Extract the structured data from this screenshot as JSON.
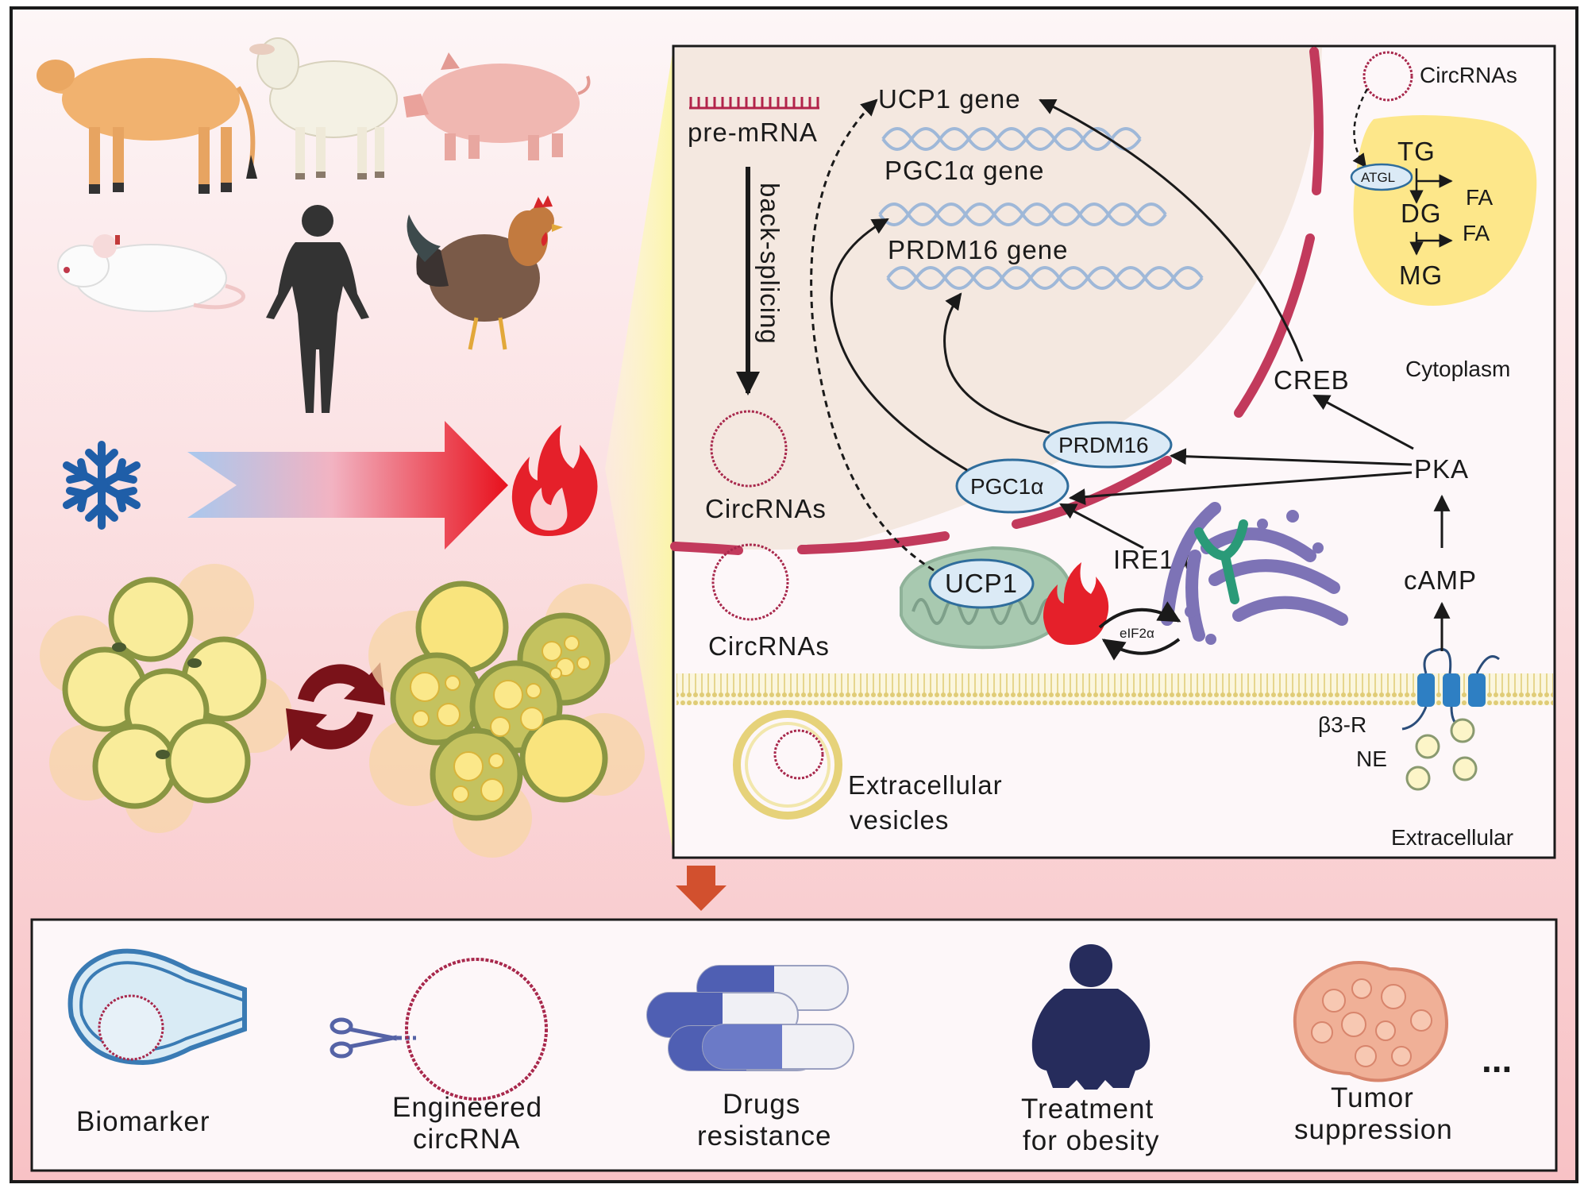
{
  "nucleus": {
    "pre_mrna": "pre-mRNA",
    "back_splicing": "back-splicing",
    "circrnas_nuclear": "CircRNAs",
    "ucp1_gene": "UCP1 gene",
    "pgc1a_gene": "PGC1α gene",
    "prdm16_gene": "PRDM16 gene"
  },
  "cytoplasm": {
    "label": "Cytoplasm",
    "circrnas_cyto": "CircRNAs",
    "circrnas_lipid": "CircRNAs",
    "creb": "CREB",
    "pka": "PKA",
    "camp": "cAMP",
    "ire1a": "IRE1α",
    "eif2a": "eIF2α",
    "ucp1": "UCP1",
    "pgc1a": "PGC1α",
    "prdm16": "PRDM16",
    "lipid": {
      "tg": "TG",
      "atgl": "ATGL",
      "fa1": "FA",
      "dg": "DG",
      "fa2": "FA",
      "mg": "MG"
    }
  },
  "membrane": {
    "b3r": "β3-R",
    "ne": "NE",
    "extracellular": "Extracellular",
    "ev_line1": "Extracellular",
    "ev_line2": "vesicles"
  },
  "applications": [
    {
      "line1": "Biomarker",
      "line2": ""
    },
    {
      "line1": "Engineered",
      "line2": "circRNA"
    },
    {
      "line1": "Drugs",
      "line2": "resistance"
    },
    {
      "line1": "Treatment",
      "line2": "for obesity"
    },
    {
      "line1": "Tumor",
      "line2": "suppression"
    }
  ],
  "more": "...",
  "colors": {
    "pink_bg_top": "#fdf4f5",
    "pink_bg_bottom": "#f8c3c6",
    "nucleus_fill": "#f5ebe3",
    "envelope": "#c23a5c",
    "dna": "#9fb8d8",
    "oval_fill": "#dbeaf6",
    "oval_stroke": "#2f6d9c",
    "lipid_fill": "#fde78a",
    "arrow_red": "#e8192a",
    "accent_orange": "#d2502e",
    "obesity": "#262c5c",
    "snowflake": "#1f5ea8"
  }
}
